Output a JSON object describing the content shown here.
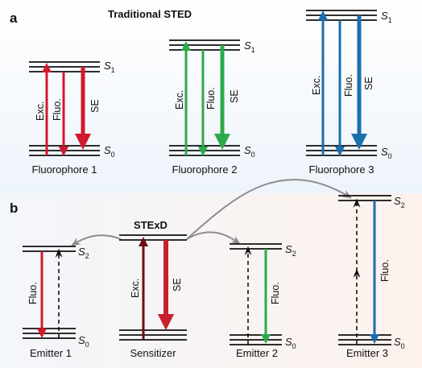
{
  "panel_a": {
    "label": "a",
    "title": "Traditional STED",
    "fluorophores": [
      {
        "name": "Fluorophore 1",
        "color": "#d2192d",
        "exc": "Exc.",
        "fluo": "Fluo.",
        "se": "SE",
        "s1": "S",
        "s1_sub": "1",
        "s0": "S",
        "s0_sub": "0"
      },
      {
        "name": "Fluorophore 2",
        "color": "#2bab4b",
        "exc": "Exc.",
        "fluo": "Fluo.",
        "se": "SE",
        "s1": "S",
        "s1_sub": "1",
        "s0": "S",
        "s0_sub": "0"
      },
      {
        "name": "Fluorophore 3",
        "color": "#1a6fae",
        "exc": "Exc.",
        "fluo": "Fluo.",
        "se": "SE",
        "s1": "S",
        "s1_sub": "1",
        "s0": "S",
        "s0_sub": "0"
      }
    ]
  },
  "panel_b": {
    "label": "b",
    "title": "STExD",
    "sensitizer": {
      "name": "Sensitizer",
      "exc": "Exc.",
      "se": "SE",
      "exc_color": "#6b1014",
      "se_color": "#c8202e"
    },
    "emitters": [
      {
        "name": "Emitter 1",
        "fluo": "Fluo.",
        "color": "#d2192d",
        "s2": "S",
        "s2_sub": "2",
        "s0": "S",
        "s0_sub": "0"
      },
      {
        "name": "Emitter 2",
        "fluo": "Fluo.",
        "color": "#2bab4b",
        "s2": "S",
        "s2_sub": "2",
        "s0": "S",
        "s0_sub": "0"
      },
      {
        "name": "Emitter 3",
        "fluo": "Fluo.",
        "color": "#1a6fae",
        "s2": "S",
        "s2_sub": "2",
        "s0": "S",
        "s0_sub": "0"
      }
    ],
    "transfer_arrow_color": "#8c8c8c"
  },
  "colors": {
    "panel_a_gradient_top": "#ffffff",
    "panel_a_gradient_bottom": "#eef4fb",
    "panel_b_gradient_left": "#f3f6fb",
    "panel_b_gradient_right": "#fdf2ec"
  }
}
